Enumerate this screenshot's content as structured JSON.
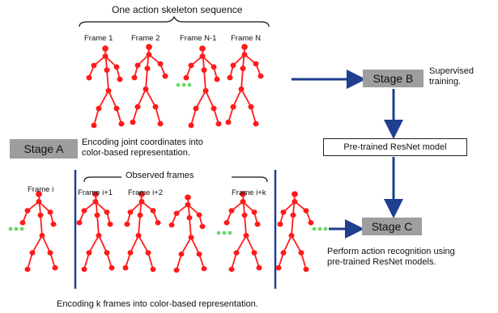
{
  "top": {
    "title": "One action skeleton sequence",
    "frame_labels": [
      "Frame 1",
      "Frame 2",
      "Frame N-1",
      "Frame N"
    ]
  },
  "stage_a": {
    "label": "Stage A",
    "description_line1": "Encoding joint coordinates into",
    "description_line2": "color-based representation."
  },
  "stage_b": {
    "label": "Stage B",
    "note_line1": "Supervised",
    "note_line2": "training."
  },
  "pretrained": {
    "label": "Pre-trained ResNet model"
  },
  "stage_c": {
    "label": "Stage C",
    "note_line1": "Perform action recognition using",
    "note_line2": "pre-trained ResNet models."
  },
  "bottom": {
    "frame_i": "Frame i",
    "observed": "Observed frames",
    "frame_labels": [
      "Frame i+1",
      "Frame i+2",
      "Frame i+k"
    ],
    "caption": "Encoding k frames into color-based representation."
  },
  "colors": {
    "skeleton": "#ff1a1a",
    "arrow": "#1f3f8f",
    "dots": "#6cd86c",
    "stage_fill": "#9e9e9e",
    "divider": "#1f3f8f"
  }
}
